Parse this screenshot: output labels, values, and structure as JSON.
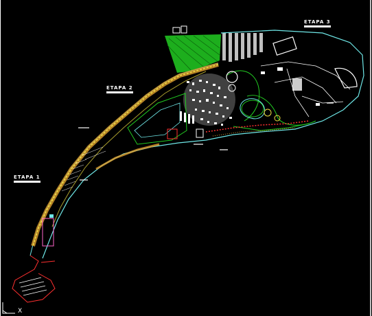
{
  "drawing": {
    "background": "#000000",
    "labels": {
      "etapa1": "ETAPA 1",
      "etapa2": "ETAPA 2",
      "etapa3": "ETAPA 3"
    },
    "ucs": {
      "x_axis": "X"
    },
    "colors": {
      "outline_cyan": "#6fe8e8",
      "promenade_orange": "#e0a030",
      "promenade_yellow": "#f0e040",
      "vegetation_green": "#22cc22",
      "vegetation_dark": "#118811",
      "building_white": "#ffffff",
      "accent_red": "#ff3030",
      "accent_magenta": "#ff66cc",
      "frame_white": "#ffffff"
    }
  }
}
